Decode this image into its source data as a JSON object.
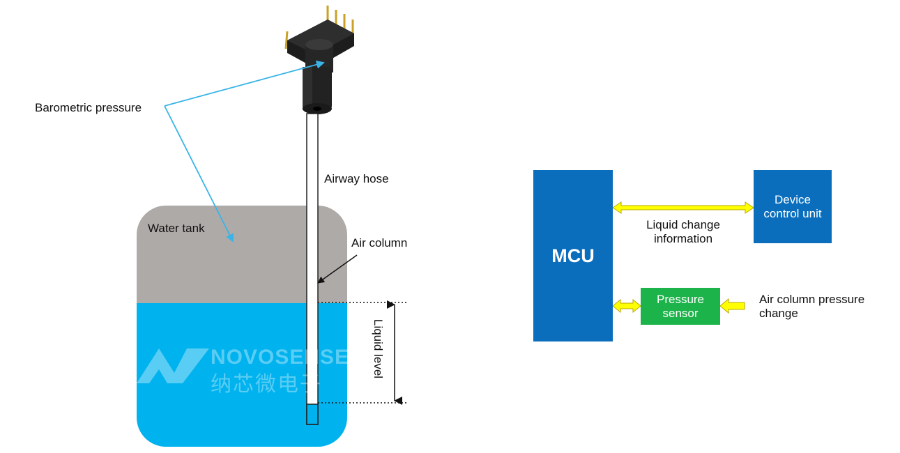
{
  "left_diagram": {
    "barometric_label": "Barometric pressure",
    "hose_label": "Airway hose",
    "tank_label": "Water tank",
    "air_column_label": "Air column",
    "liquid_level_label": "Liquid level",
    "watermark_en": "NOVOSENSE",
    "watermark_cn": "纳芯微电子",
    "colors": {
      "tank_air": "#aeaaa8",
      "water": "#00b2ee",
      "pointer_arrow": "#3ab4e8"
    }
  },
  "block_diagram": {
    "mcu_label": "MCU",
    "device_label": "Device\ncontrol unit",
    "sensor_label": "Pressure\nsensor",
    "link_label": "Liquid change\ninformation",
    "input_label": "Air column pressure\nchange",
    "colors": {
      "block": "#0a6ebd",
      "sensor": "#1cb34a",
      "arrow_fill": "#ffff00",
      "arrow_stroke": "#b8a800"
    }
  }
}
